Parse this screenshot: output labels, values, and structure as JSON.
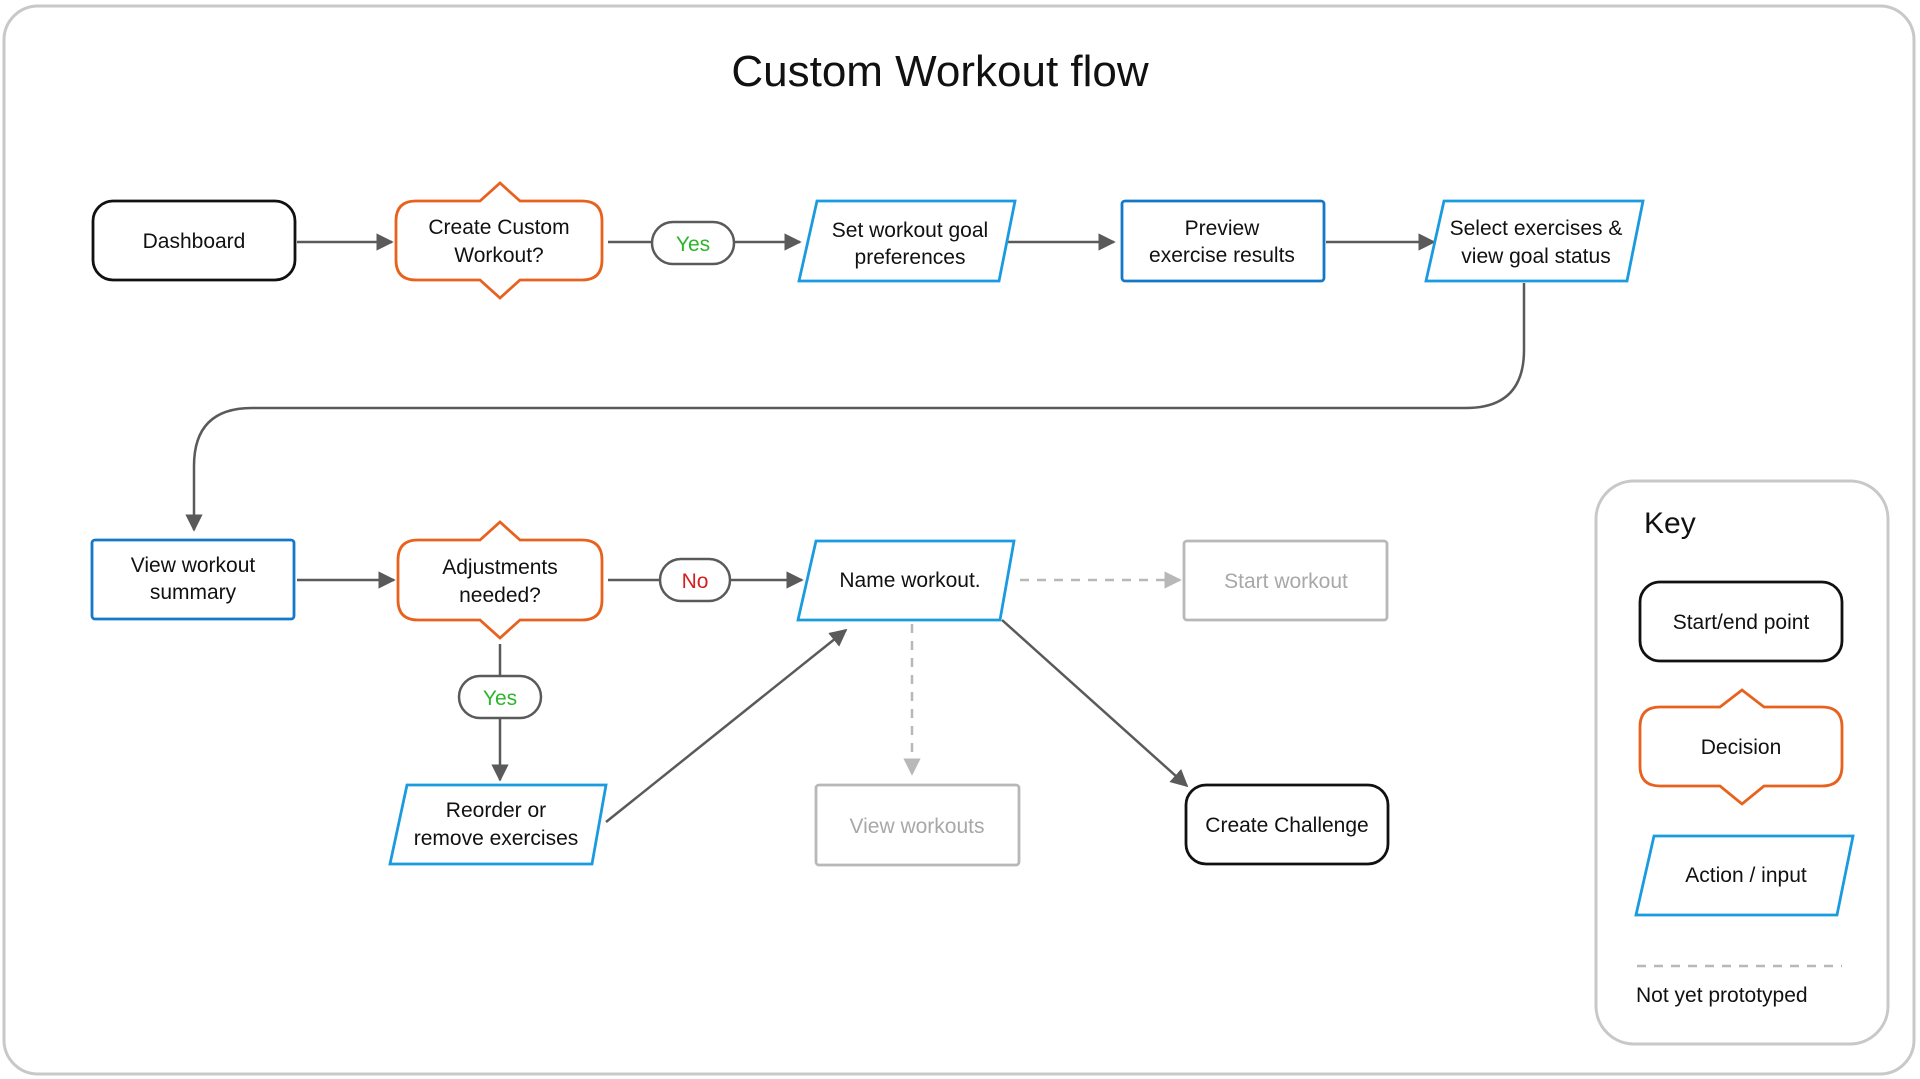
{
  "title": "Custom Workout flow",
  "colors": {
    "start_end": "#111111",
    "decision": "#e8621f",
    "action": "#1a9be0",
    "process": "#1478c8",
    "not_prototyped": "#b8b8b8",
    "not_prototyped_text": "#a8a8a8",
    "arrow": "#5a5a5a",
    "yes": "#2db52d",
    "no": "#d42020",
    "frame": "#c8c8c8"
  },
  "nodes": {
    "dashboard": "Dashboard",
    "create_custom": [
      "Create Custom",
      "Workout?"
    ],
    "set_goal": [
      "Set workout goal",
      "preferences"
    ],
    "preview": [
      "Preview",
      "exercise results"
    ],
    "select_exercises": [
      "Select exercises &",
      "view goal status"
    ],
    "view_summary": [
      "View workout",
      "summary"
    ],
    "adjustments": [
      "Adjustments",
      "needed?"
    ],
    "name_workout": "Name workout.",
    "start_workout": "Start workout",
    "reorder": [
      "Reorder or",
      "remove exercises"
    ],
    "view_workouts": "View workouts",
    "create_challenge": "Create Challenge"
  },
  "connector_labels": {
    "yes_1": "Yes",
    "no_1": "No",
    "yes_2": "Yes"
  },
  "key": {
    "title": "Key",
    "start_end": "Start/end point",
    "decision": "Decision",
    "action": "Action / input",
    "not_prototyped": "Not yet prototyped"
  }
}
